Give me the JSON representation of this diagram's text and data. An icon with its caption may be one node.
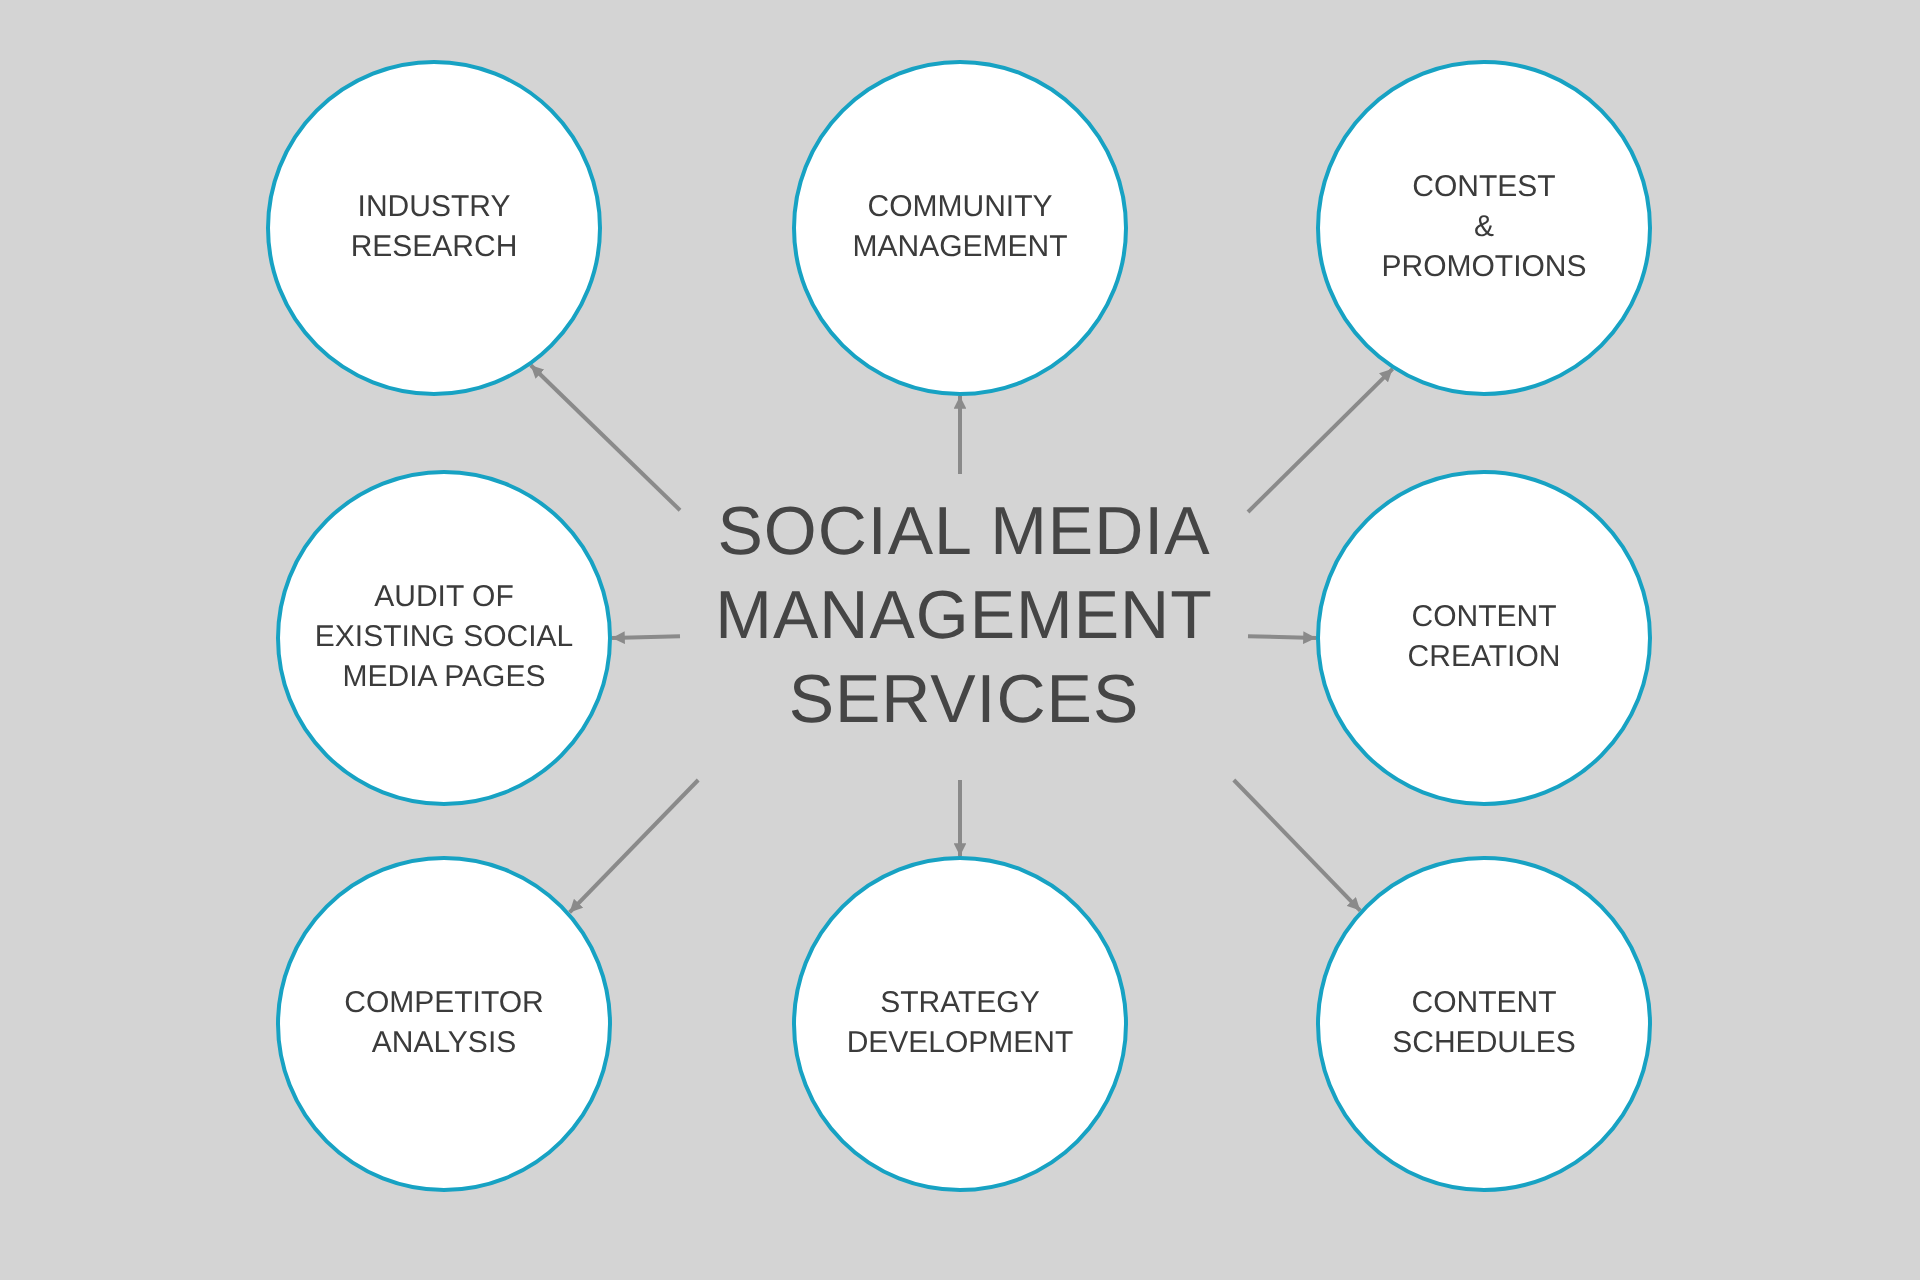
{
  "diagram": {
    "nodes": [
      {
        "text": [
          "SOCIAL MEDIA MANAGEMENT SERVICES"
        ]
      },
      {
        "text": [
          "INDUSTRY RESEARCH"
        ]
      },
      {
        "text": [
          "COMMUNITY MANAGEMENT"
        ]
      },
      {
        "text": [
          "CONTEST & PROMOTIONS"
        ]
      },
      {
        "text": [
          "AUDIT OF EXISTING SOCIAL MEDIA PAGES"
        ]
      },
      {
        "text": [
          "CONTENT CREATION"
        ]
      },
      {
        "text": [
          "COMPETITOR ANALYSIS"
        ]
      },
      {
        "text": [
          "STRATEGY DEVELOPMENT"
        ]
      },
      {
        "text": [
          "CONTENT SCHEDULES"
        ]
      }
    ],
    "edges": [
      {
        "from": 0,
        "to": 1,
        "arrow": "to"
      },
      {
        "from": 0,
        "to": 2,
        "arrow": "to"
      },
      {
        "from": 0,
        "to": 3,
        "arrow": "to"
      },
      {
        "from": 0,
        "to": 4,
        "arrow": "to"
      },
      {
        "from": 0,
        "to": 5,
        "arrow": "to"
      },
      {
        "from": 0,
        "to": 6,
        "arrow": "to"
      },
      {
        "from": 0,
        "to": 7,
        "arrow": "to"
      },
      {
        "from": 0,
        "to": 8,
        "arrow": "to"
      }
    ]
  }
}
